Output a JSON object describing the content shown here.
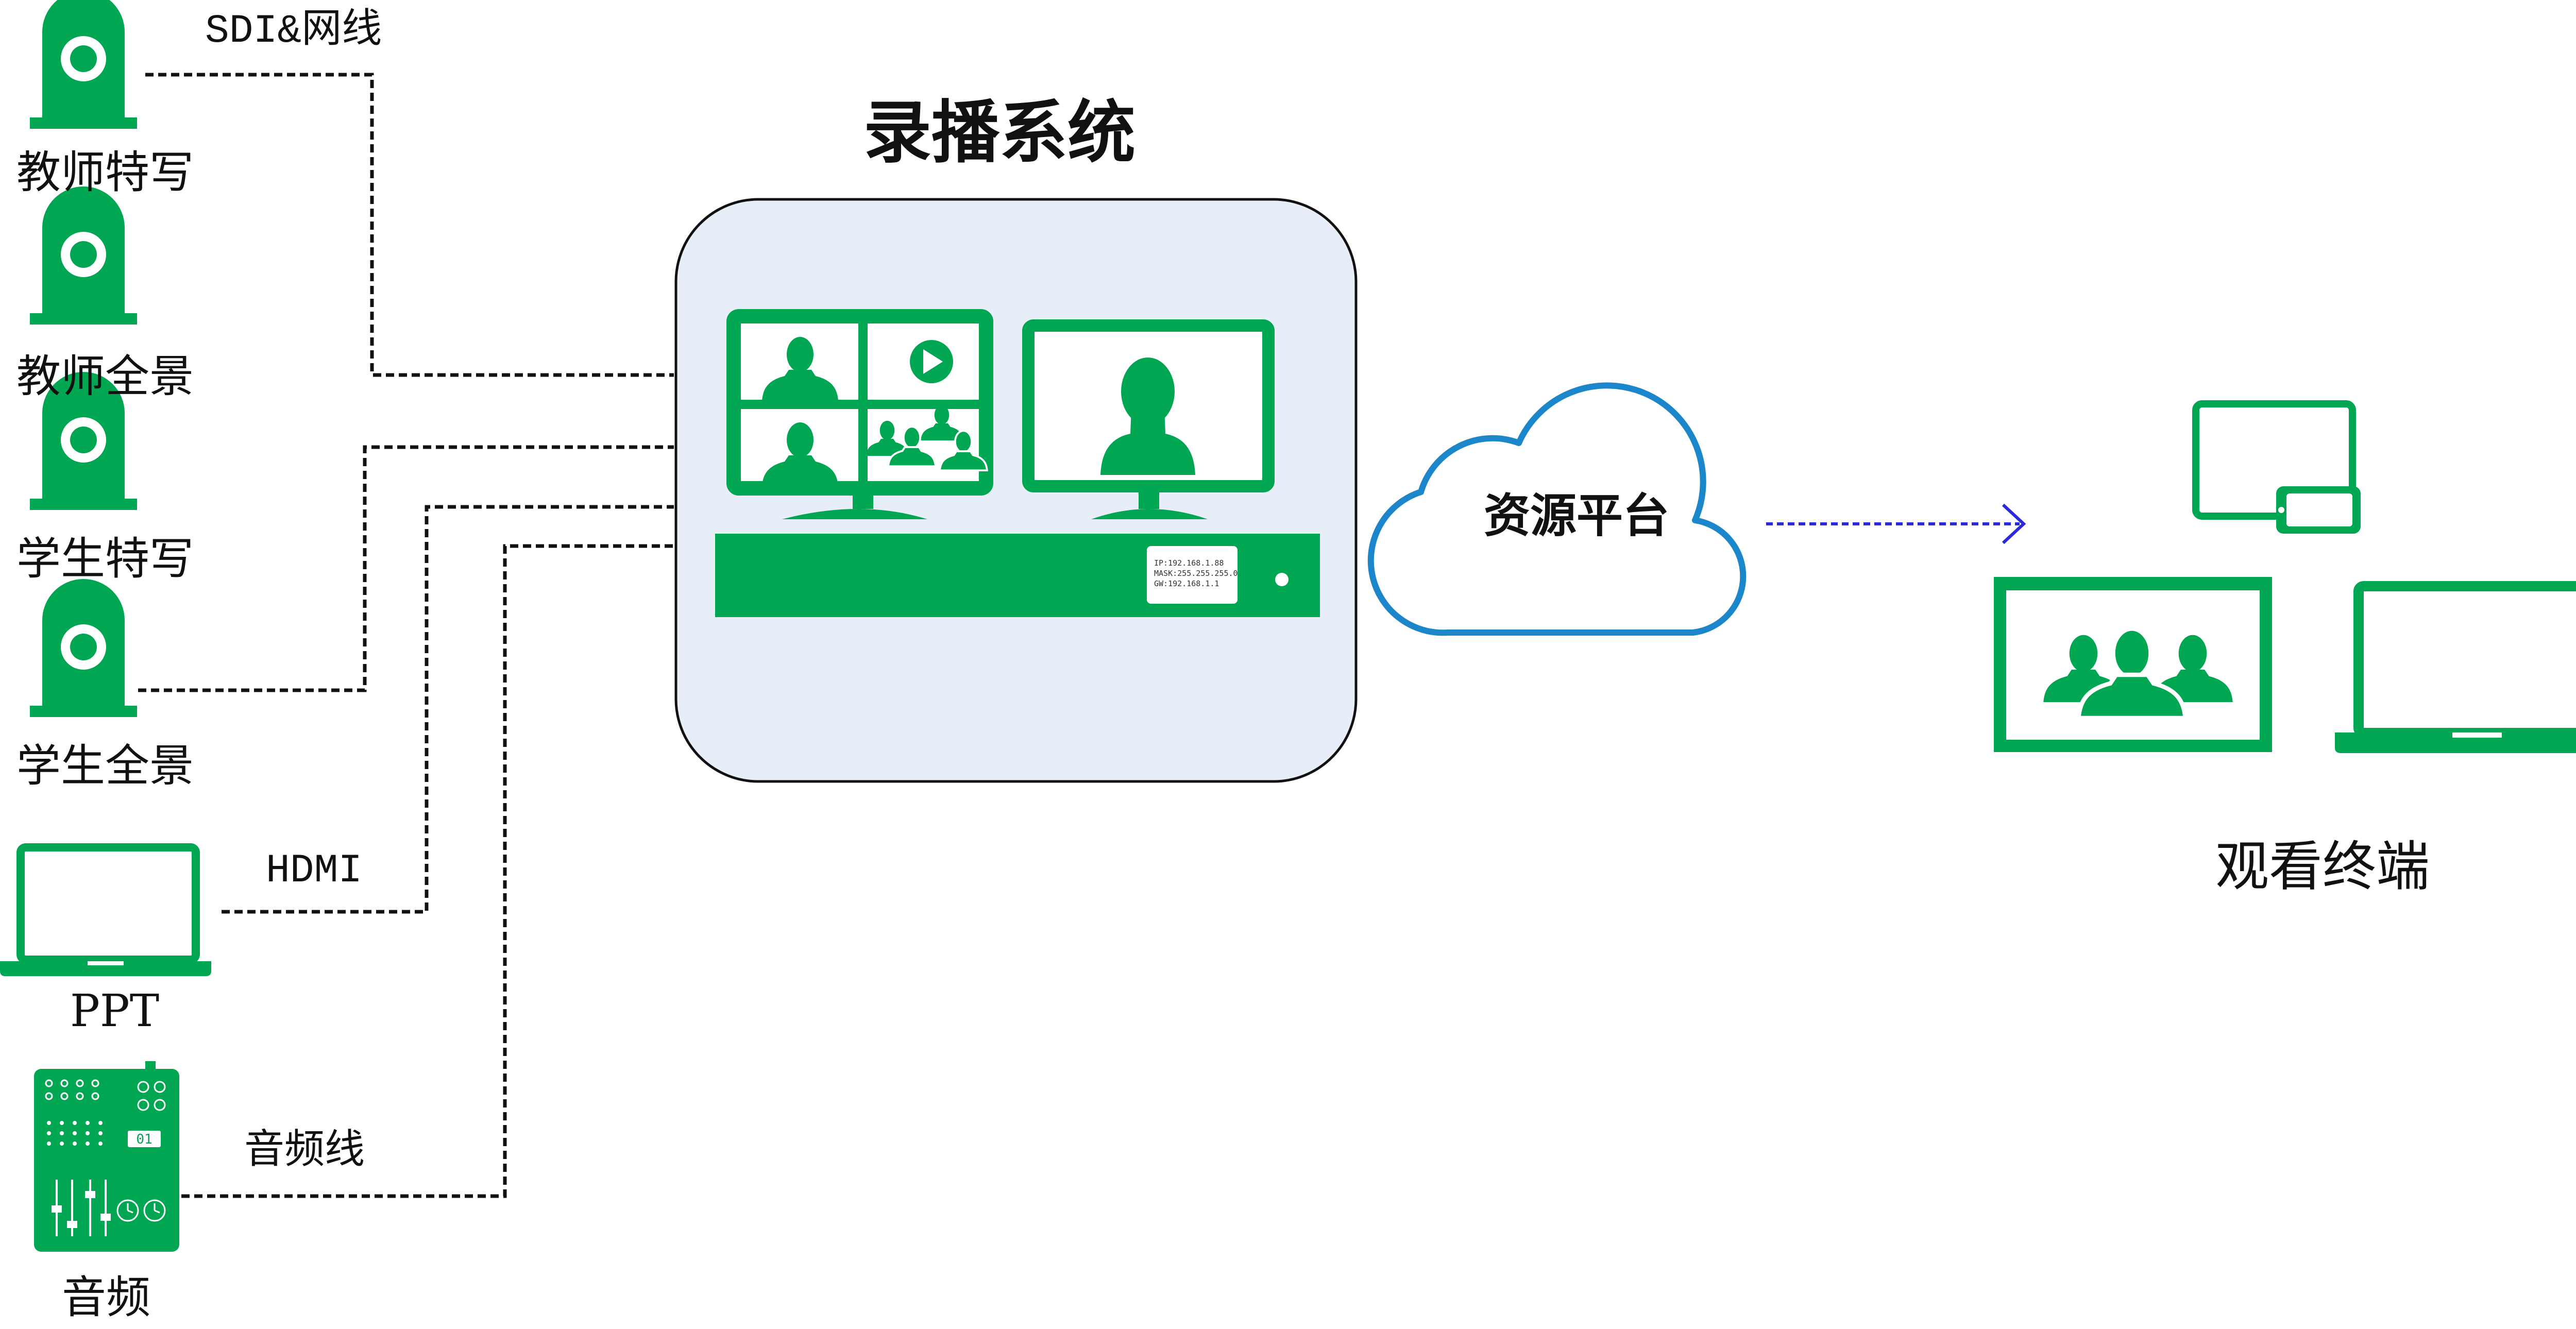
{
  "colors": {
    "green": "#00A651",
    "cloud_stroke": "#1B86C9",
    "box_fill": "#E7EEF7",
    "arrow": "#2A2ADB"
  },
  "sources": [
    {
      "label": "教师特写",
      "icon": "ptz-camera-icon"
    },
    {
      "label": "教师全景",
      "icon": "ptz-camera-icon"
    },
    {
      "label": "学生特写",
      "icon": "ptz-camera-icon"
    },
    {
      "label": "学生全景",
      "icon": "ptz-camera-icon"
    },
    {
      "label": "PPT",
      "icon": "laptop-icon"
    },
    {
      "label": "音频",
      "icon": "audio-mixer-icon"
    }
  ],
  "connections": {
    "sdi": "SDI&网线",
    "hdmi": "HDMI",
    "audio": "音频线"
  },
  "recorder": {
    "title": "录播系统",
    "device_info": [
      "IP:192.168.1.88",
      "MASK:255.255.255.0",
      "GW:192.168.1.1"
    ]
  },
  "mixer_display": "01",
  "cloud": {
    "label": "资源平台"
  },
  "viewers": {
    "label": "观看终端"
  }
}
